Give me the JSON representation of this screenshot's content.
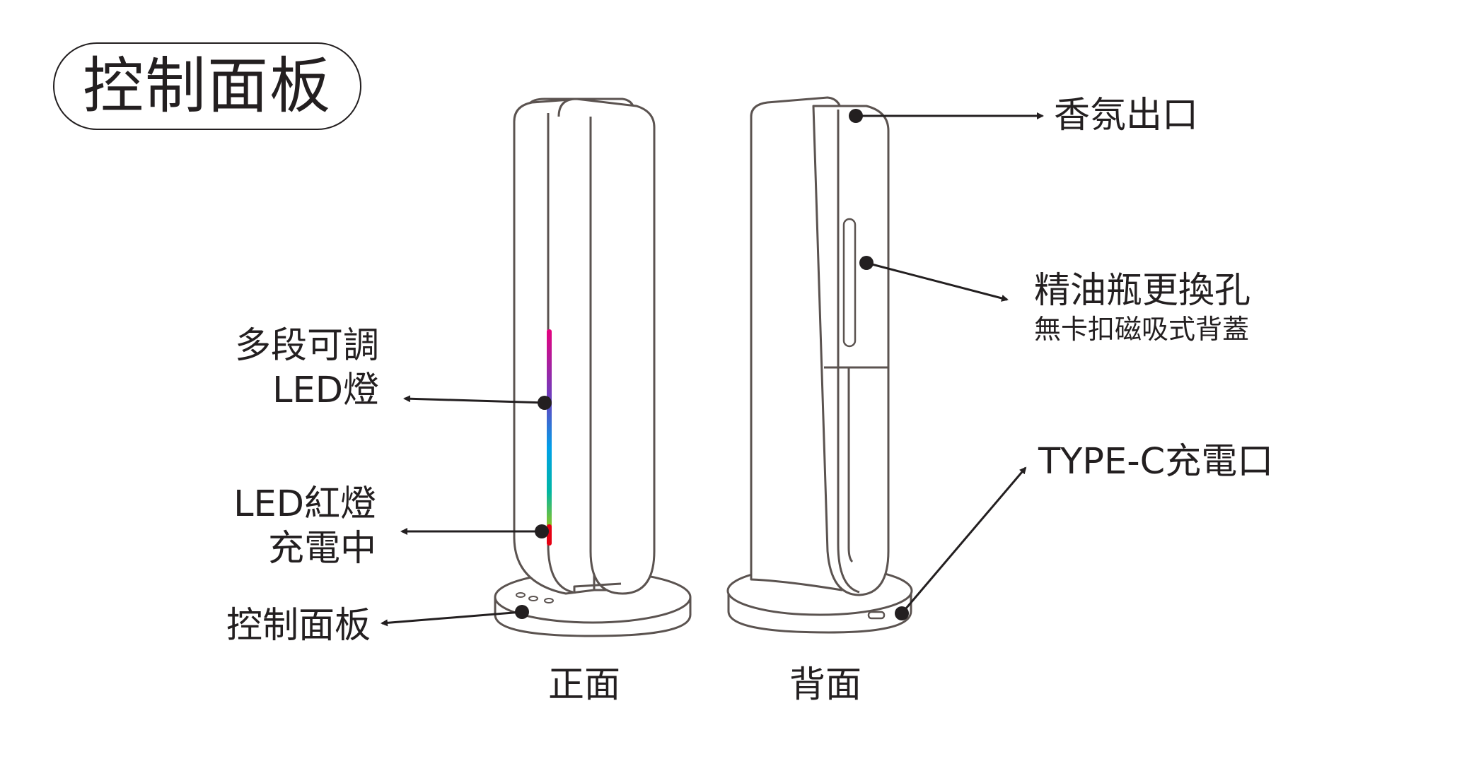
{
  "title": "控制面板",
  "labels": {
    "multi_led_line1": "多段可調",
    "multi_led_line2": "LED燈",
    "red_led_line1": "LED紅燈",
    "red_led_line2": "充電中",
    "control_panel": "控制面板",
    "aroma_outlet": "香氛出口",
    "oil_refill": "精油瓶更換孔",
    "oil_refill_sub": "無卡扣磁吸式背蓋",
    "typec_port": "TYPE-C充電口"
  },
  "views": {
    "front": "正面",
    "back": "背面"
  },
  "colors": {
    "ink": "#231f20",
    "outline": "#5b5350",
    "led_top": "#e6007e",
    "led_mid": "#00a0e9",
    "led_green": "#8fc31f",
    "led_red": "#e60012"
  }
}
